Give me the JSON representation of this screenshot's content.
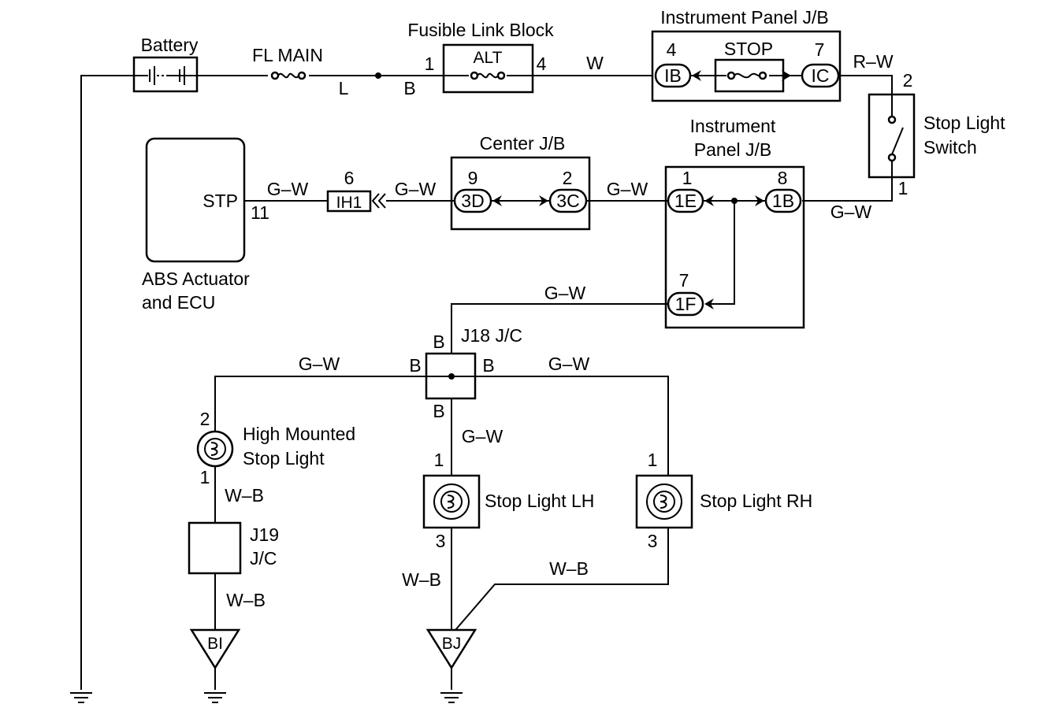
{
  "colors": {
    "line": "#000000",
    "background": "#ffffff"
  },
  "battery": {
    "label": "Battery"
  },
  "fl_main": {
    "label": "FL MAIN"
  },
  "wires": {
    "l": "L",
    "b": "B",
    "w": "W",
    "rw": "R–W",
    "gw": "G–W",
    "wb": "W–B"
  },
  "fusible_link_block": {
    "title": "Fusible Link Block",
    "fuse": "ALT",
    "pin_in": "1",
    "pin_out": "4"
  },
  "ip_jb_top": {
    "title": "Instrument Panel J/B",
    "fuse": "STOP",
    "pin_left": "4",
    "conn_left": "IB",
    "pin_right": "7",
    "conn_right": "IC"
  },
  "stop_light_switch": {
    "label_line1": "Stop Light",
    "label_line2": "Switch",
    "pin_top": "2",
    "pin_bottom": "1"
  },
  "ip_jb_mid": {
    "title_line1": "Instrument",
    "title_line2": "Panel J/B",
    "pin_1": "1",
    "conn_1e": "1E",
    "pin_8": "8",
    "conn_1b": "1B",
    "pin_7": "7",
    "conn_1f": "1F"
  },
  "center_jb": {
    "title": "Center J/B",
    "pin_9": "9",
    "conn_3d": "3D",
    "pin_2": "2",
    "conn_3c": "3C"
  },
  "connector_ih1": {
    "label": "IH1",
    "pin": "6"
  },
  "abs": {
    "terminal": "STP",
    "pin": "11",
    "label_line1": "ABS Actuator",
    "label_line2": "and ECU"
  },
  "j18": {
    "label": "J18 J/C",
    "pin_top": "B",
    "pin_left": "B",
    "pin_right": "B",
    "pin_bottom": "B"
  },
  "high_mounted": {
    "label_line1": "High Mounted",
    "label_line2": "Stop Light",
    "pin_top": "2",
    "pin_bottom": "1"
  },
  "j19": {
    "label_line1": "J19",
    "label_line2": "J/C"
  },
  "stop_lh": {
    "label": "Stop Light LH",
    "pin_top": "1",
    "pin_bottom": "3"
  },
  "stop_rh": {
    "label": "Stop Light RH",
    "pin_top": "1",
    "pin_bottom": "3"
  },
  "grounds": {
    "bi": "BI",
    "bj": "BJ"
  }
}
